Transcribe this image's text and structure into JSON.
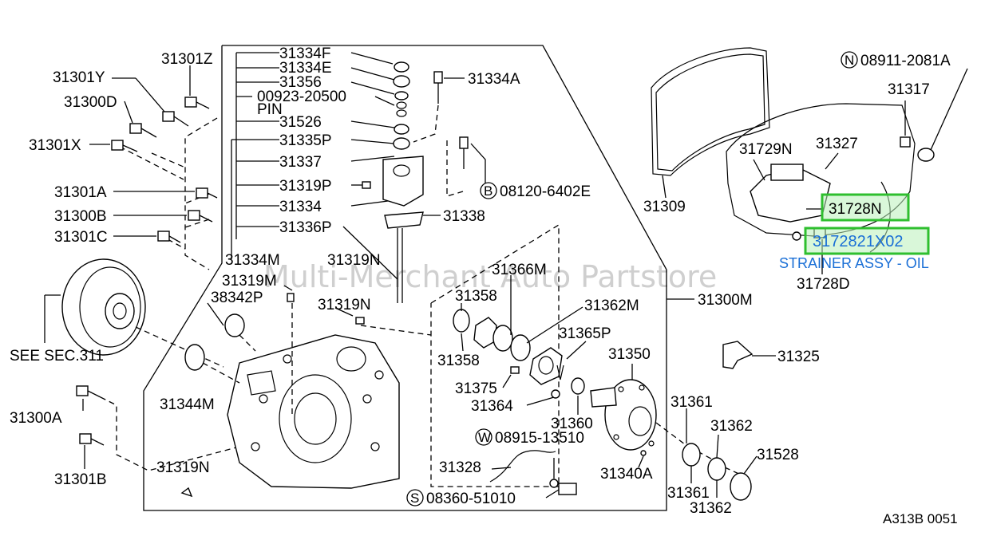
{
  "watermark": "Multi-Merchant Auto Partstore",
  "drawing_code": "A313B 0051",
  "highlighted_part": {
    "part_number": "3172821X02",
    "description": "STRAINER ASSY - OIL",
    "callout": "31728N"
  },
  "callouts": {
    "c31334F": "31334F",
    "c31334E": "31334E",
    "c31356": "31356",
    "c00923": "00923-20500",
    "cPIN": "PIN",
    "c31526": "31526",
    "c31335P": "31335P",
    "c31337": "31337",
    "c31319P": "31319P",
    "c31334": "31334",
    "c31336P": "31336P",
    "c31334A": "31334A",
    "c08120": "08120-6402E",
    "c08120_sym": "B",
    "c31338": "31338",
    "c31334M": "31334M",
    "c31319N_a": "31319N",
    "c31319M": "31319M",
    "c38342P": "38342P",
    "c31319N_b": "31319N",
    "c31301Z": "31301Z",
    "c31301Y": "31301Y",
    "c31300D": "31300D",
    "c31301X": "31301X",
    "c31301A": "31301A",
    "c31300B": "31300B",
    "c31301C": "31301C",
    "cSEE": "SEE SEC.311",
    "c31344M": "31344M",
    "c31300A": "31300A",
    "c31301B": "31301B",
    "c31319N_c": "31319N",
    "c31366M": "31366M",
    "c31358_a": "31358",
    "c31362M": "31362M",
    "c31358_b": "31358",
    "c31365P": "31365P",
    "c31375": "31375",
    "c31350": "31350",
    "c31364": "31364",
    "c31360": "31360",
    "c08915": "08915-13510",
    "c08915_sym": "W",
    "c31328": "31328",
    "c08360": "08360-51010",
    "c08360_sym": "S",
    "c31340A": "31340A",
    "c31361_a": "31361",
    "c31362_a": "31362",
    "c31528": "31528",
    "c31361_b": "31361",
    "c31362_b": "31362",
    "c31300M": "31300M",
    "c31325": "31325",
    "c31309": "31309",
    "c31729N": "31729N",
    "c31327": "31327",
    "c08911": "08911-2081A",
    "c08911_sym": "N",
    "c31317": "31317",
    "c31728D": "31728D"
  }
}
